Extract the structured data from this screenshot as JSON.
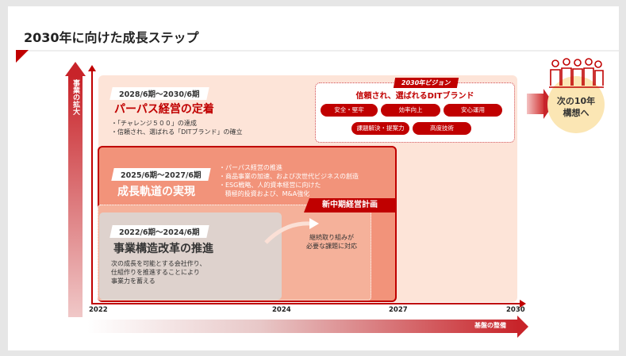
{
  "title": "2030年に向けた成長ステップ",
  "vertical_axis": "事業の拡大",
  "horizontal_axis": "基盤の整備",
  "years": [
    "2022",
    "2024",
    "2027",
    "2030"
  ],
  "phase3": {
    "period": "2028/6期～2030/6期",
    "heading": "パーパス経営の定着",
    "bullets": [
      "「チャレンジ５００」の達成",
      "信頼され、選ばれる「DITブランド」の確立"
    ]
  },
  "vision": {
    "tag": "2030年ビジョン",
    "title": "信頼され、選ばれるDITブランド",
    "pills": [
      "安全・堅牢",
      "効率向上",
      "安心運用",
      "課題解決・提案力",
      "高度技術"
    ]
  },
  "phase2": {
    "period": "2025/6期～2027/6期",
    "heading": "成長軌道の実現",
    "bullets": [
      "パーパス経営の推進",
      "商品事業の加速、および次世代ビジネスの創造",
      "ESG戦略、人的資本経営に向けた",
      "積極的投資および、M&A強化"
    ]
  },
  "plan_banner": "新中期経営計画",
  "continuing": [
    "継続取り組みが",
    "必要な課題に対応"
  ],
  "phase1": {
    "period": "2022/6期～2024/6期",
    "heading": "事業構造改革の推進",
    "desc": [
      "次の成長を可能とする会社作り、",
      "仕組作りを推進することにより",
      "事業力を蓄える"
    ]
  },
  "next": [
    "次の10年",
    "構想へ"
  ],
  "colors": {
    "accent": "#c00000"
  }
}
